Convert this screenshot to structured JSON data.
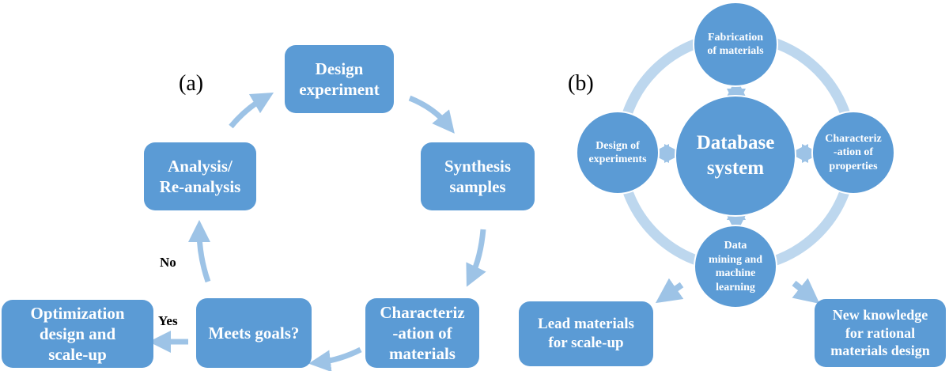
{
  "panel_a": {
    "label": "(a)",
    "boxes": {
      "design": "Design\nexperiment",
      "synthesis": "Synthesis\nsamples",
      "characterization": "Characteriz\n-ation of\nmaterials",
      "meets": "Meets goals?",
      "optimization": "Optimization\ndesign and\nscale-up",
      "analysis": "Analysis/\nRe-analysis"
    },
    "yes_label": "Yes",
    "no_label": "No"
  },
  "panel_b": {
    "label": "(b)",
    "center": "Database\nsystem",
    "fabrication": "Fabrication\nof materials",
    "design": "Design of\nexperiments",
    "properties": "Characteriz\n-ation of\nproperties",
    "mining": "Data\nmining and\nmachine\nlearning",
    "lead": "Lead materials\nfor scale-up",
    "knowledge": "New knowledge\nfor rational\nmaterials design"
  },
  "colors": {
    "box": "#5b9bd5",
    "arrow": "#9dc3e6",
    "ring": "#bdd7ee"
  }
}
